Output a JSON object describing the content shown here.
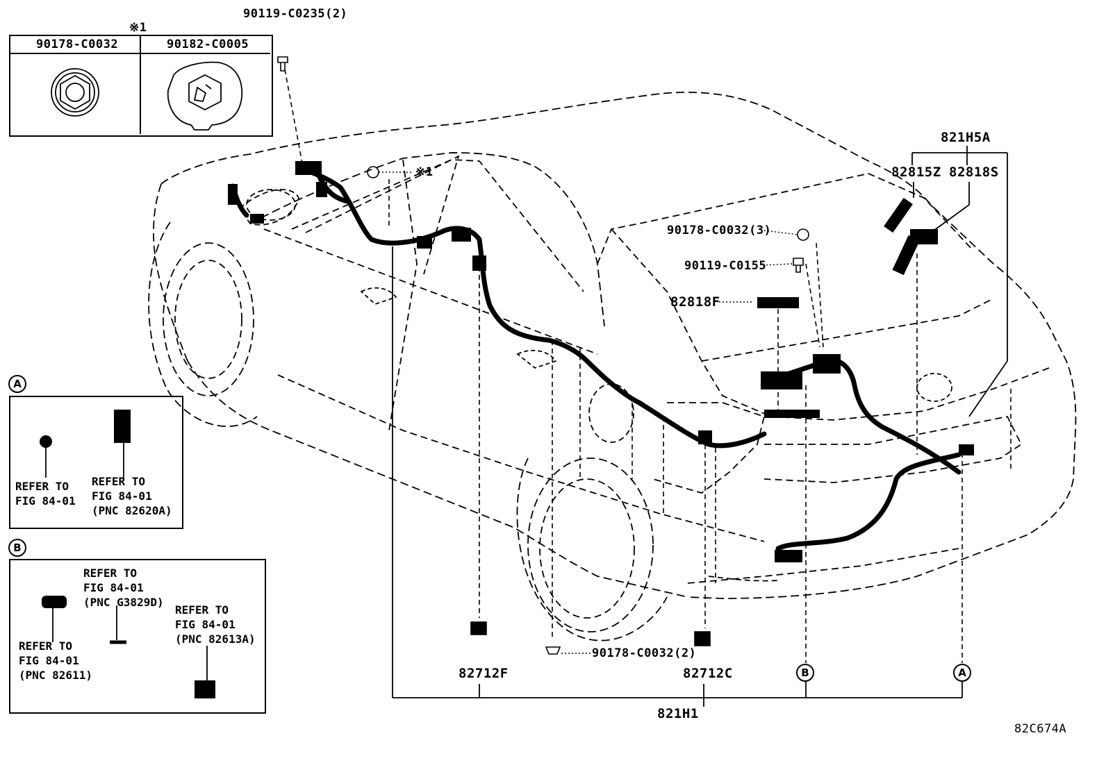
{
  "inset_top": {
    "marker": "※1",
    "col1_part": "90178-C0032",
    "col2_part": "90182-C0005"
  },
  "callouts": {
    "bolt_top": "90119-C0235(2)",
    "nut_top_marker": "※1",
    "nut_trunk": "90178-C0032(3)",
    "bolt_trunk": "90119-C0155",
    "bracket_trunk": "82818F",
    "group_rear": "821H5A",
    "part_82815z": "82815Z",
    "part_82818s": "82818S",
    "part_82712f": "82712F",
    "nut_bottom": "90178-C0032(2)",
    "part_82712c": "82712C",
    "circle_b": "B",
    "circle_a": "A",
    "main_harness": "821H1",
    "figure_code": "82C674A"
  },
  "detail_a": {
    "marker": "A",
    "ref1_line1": "REFER TO",
    "ref1_line2": "FIG 84-01",
    "ref2_line1": "REFER TO",
    "ref2_line2": "FIG 84-01",
    "ref2_line3": "(PNC 82620A)"
  },
  "detail_b": {
    "marker": "B",
    "ref1_line1": "REFER TO",
    "ref1_line2": "FIG 84-01",
    "ref1_line3": "(PNC G3829D)",
    "ref2_line1": "REFER TO",
    "ref2_line2": "FIG 84-01",
    "ref2_line3": "(PNC 82611)",
    "ref3_line1": "REFER TO",
    "ref3_line2": "FIG 84-01",
    "ref3_line3": "(PNC 82613A)"
  }
}
